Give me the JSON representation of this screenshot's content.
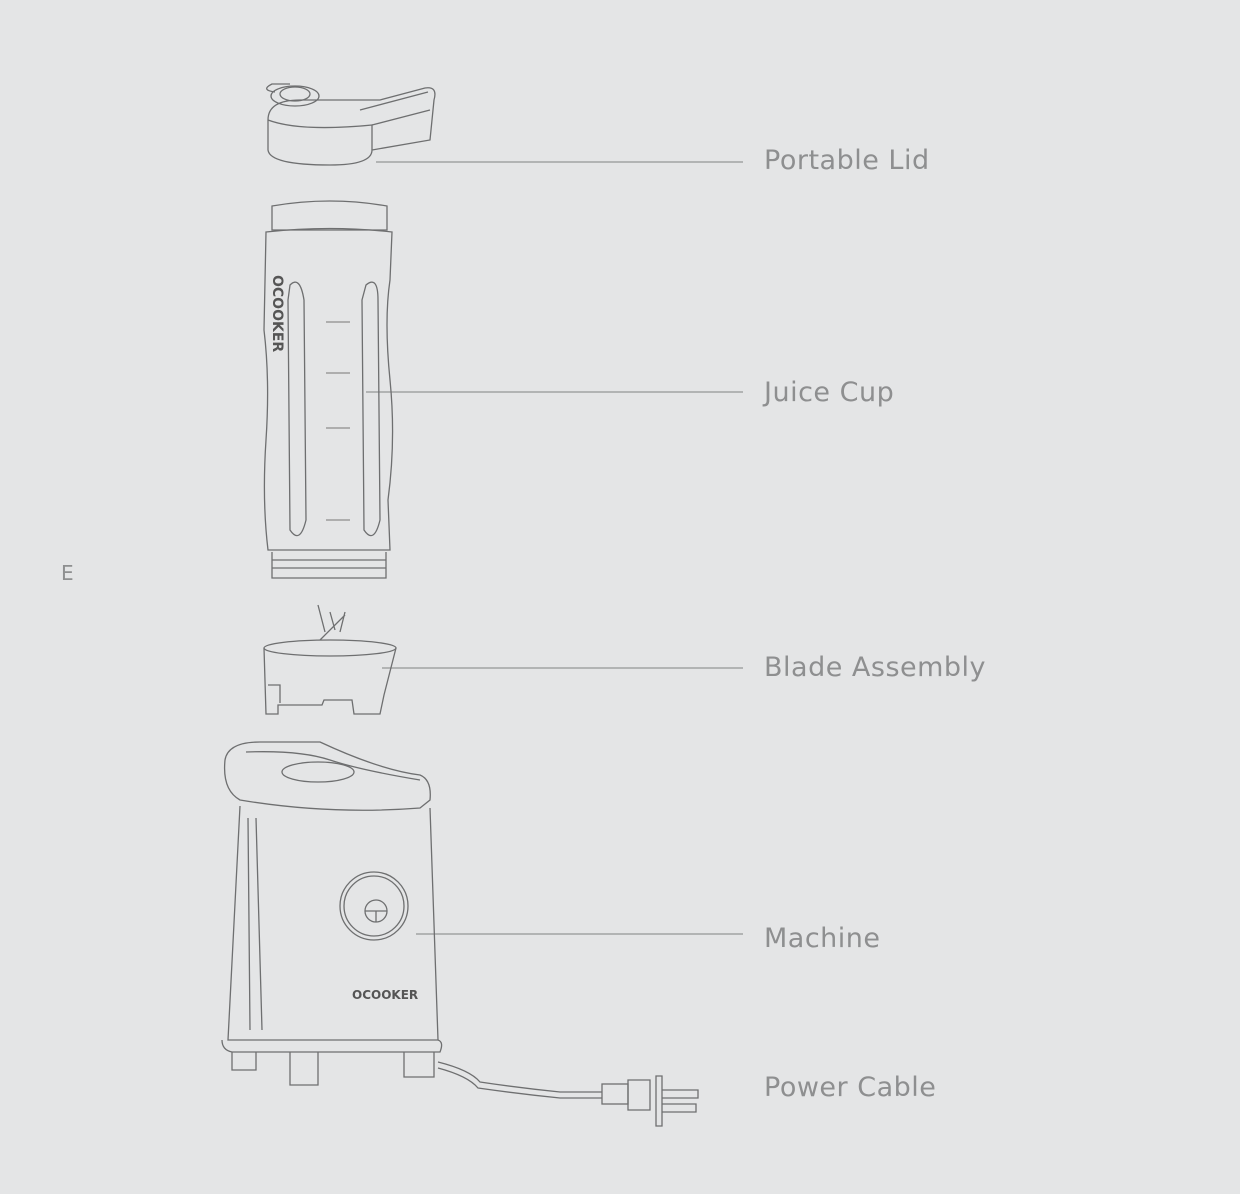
{
  "side_letter": "E",
  "brand": "OCOOKER",
  "parts": [
    {
      "label": "Portable Lid"
    },
    {
      "label": "Juice Cup"
    },
    {
      "label": "Blade Assembly"
    },
    {
      "label": "Machine"
    },
    {
      "label": "Power Cable"
    }
  ],
  "colors": {
    "background": "#e4e5e6",
    "label": "#8e8f90",
    "line": "#9a9b9c",
    "drawing": "#6e6f70"
  }
}
